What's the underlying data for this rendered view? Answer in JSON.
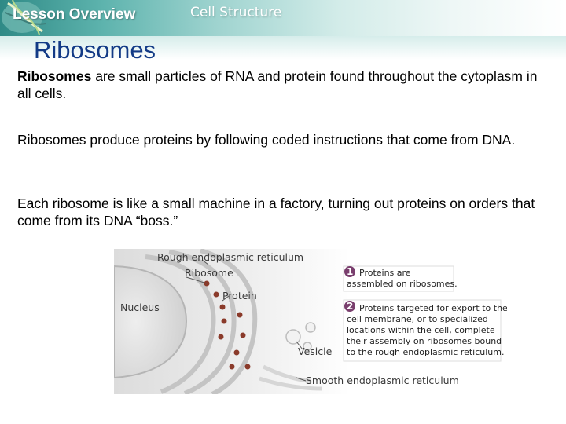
{
  "header": {
    "lesson_label": "Lesson Overview",
    "topic": "Cell Structure"
  },
  "slide": {
    "title": "Ribosomes",
    "paragraphs": [
      {
        "bold": "Ribosomes",
        "text": " are small particles of RNA and protein found throughout the cytoplasm in all cells."
      },
      {
        "bold": "",
        "text": "Ribosomes produce proteins by following coded instructions that come from DNA."
      },
      {
        "bold": "",
        "text": "Each ribosome is like a small machine in a factory, turning out proteins on orders that come from its DNA “boss.”"
      }
    ]
  },
  "figure": {
    "labels": {
      "rough_er": "Rough endoplasmic reticulum",
      "ribosome": "Ribosome",
      "protein": "Protein",
      "nucleus": "Nucleus",
      "vesicle": "Vesicle",
      "smooth_er": "Smooth endoplasmic reticulum"
    },
    "callouts": [
      {
        "number": "1",
        "lines": [
          "Proteins are",
          "assembled on ribosomes."
        ]
      },
      {
        "number": "2",
        "lines": [
          "Proteins targeted for export to the",
          "cell membrane, or to specialized",
          "locations within the cell, complete",
          "their assembly on ribosomes bound",
          "to the rough endoplasmic reticulum."
        ]
      }
    ],
    "colors": {
      "callout_number": "#7a3f6e",
      "ribosome": "#8a3a2a",
      "membrane": "#c9c9c9"
    }
  }
}
